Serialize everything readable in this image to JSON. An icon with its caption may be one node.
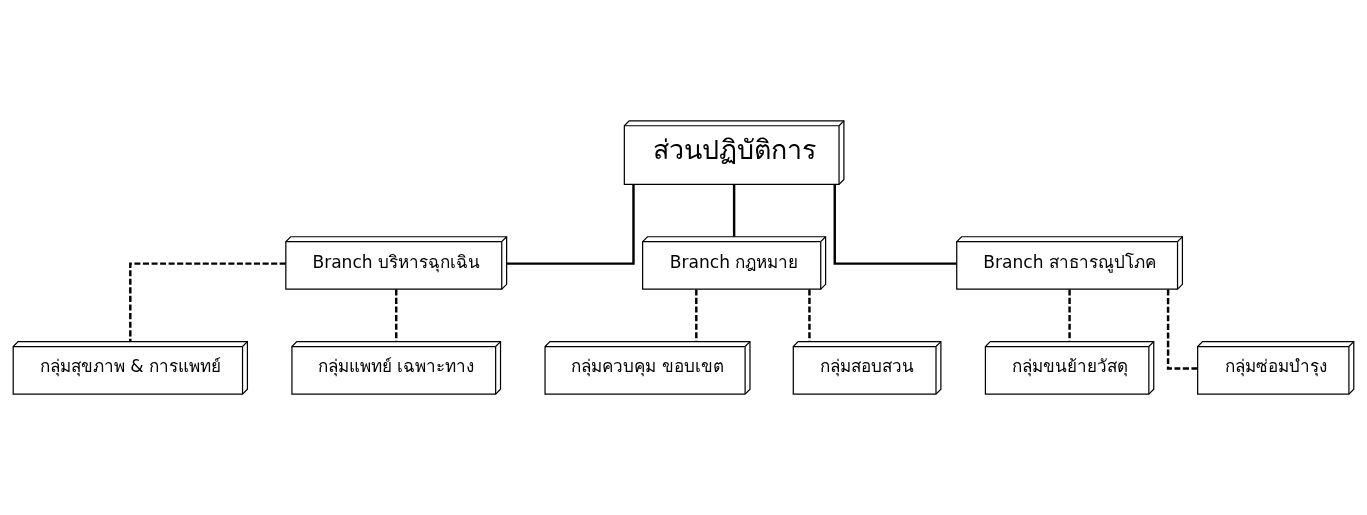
{
  "diagram": {
    "nodes": [
      {
        "text": [
          "ส่วนปฏิบัติการ"
        ]
      },
      {
        "text": [
          "Branch บริหารฉุกเฉิน"
        ]
      },
      {
        "text": [
          "Branch กฎหมาย"
        ]
      },
      {
        "text": [
          "Branch สาธารณูปโภค"
        ]
      },
      {
        "text": [
          "กลุ่มสุขภาพ & การแพทย์"
        ]
      },
      {
        "text": [
          "กลุ่มแพทย์ เฉพาะทาง"
        ]
      },
      {
        "text": [
          "กลุ่มควบคุม ขอบเขต"
        ]
      },
      {
        "text": [
          "กลุ่มสอบสวน"
        ]
      },
      {
        "text": [
          "กลุ่มขนย้ายวัสดุ"
        ]
      },
      {
        "text": [
          "กลุ่มซ่อมบำรุง"
        ]
      }
    ],
    "edges": [
      {
        "from": 0,
        "to": 1,
        "arrow": "none"
      },
      {
        "from": 0,
        "to": 2,
        "arrow": "none"
      },
      {
        "from": 0,
        "to": 3,
        "arrow": "none"
      },
      {
        "from": 1,
        "to": 4,
        "arrow": "none",
        "style": "dashed"
      },
      {
        "from": 1,
        "to": 5,
        "arrow": "none",
        "style": "dashed"
      },
      {
        "from": 2,
        "to": 6,
        "arrow": "none",
        "style": "dashed"
      },
      {
        "from": 2,
        "to": 7,
        "arrow": "none",
        "style": "dashed"
      },
      {
        "from": 3,
        "to": 8,
        "arrow": "none",
        "style": "dashed"
      },
      {
        "from": 3,
        "to": 9,
        "arrow": "none",
        "style": "dashed"
      }
    ]
  }
}
